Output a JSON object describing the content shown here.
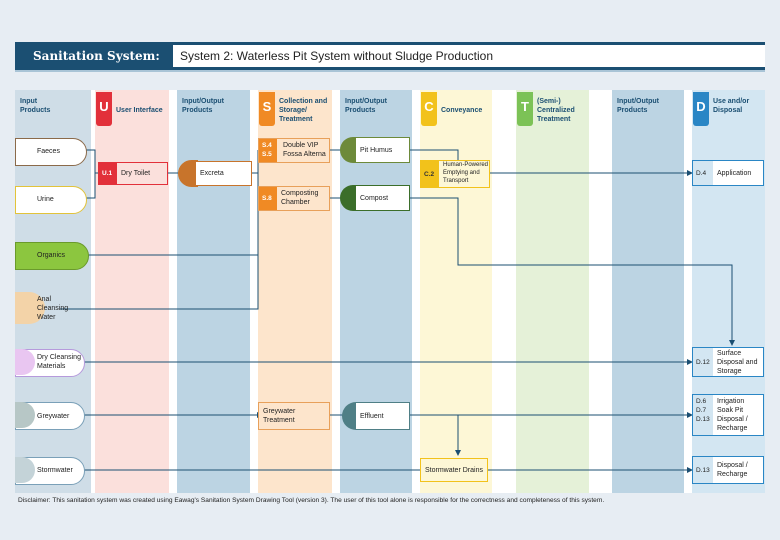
{
  "header": {
    "system": "Sanitation System:",
    "title": "System 2: Waterless Pit System without Sludge Production"
  },
  "columns": {
    "input_products": "Input Products",
    "u": {
      "letter": "U",
      "label": "User Interface"
    },
    "io1": "Input/Output Products",
    "s": {
      "letter": "S",
      "label": "Collection and Storage/ Treatment"
    },
    "io2": "Input/Output Products",
    "c": {
      "letter": "C",
      "label": "Conveyance"
    },
    "t": {
      "letter": "T",
      "label": "(Semi-) Centralized Treatment"
    },
    "io3": "Input/Output Products",
    "d": {
      "letter": "D",
      "label": "Use and/or Disposal"
    }
  },
  "inputs": [
    "Faeces",
    "Urine",
    "Organics",
    "Anal Cleansing Water",
    "Dry Cleansing Materials",
    "Greywater",
    "Stormwater"
  ],
  "u_tech": {
    "code": "U.1",
    "label": "Dry Toilet"
  },
  "excreta": "Excreta",
  "s_tech1": {
    "code": "S.4 S.5",
    "label": "Double VIP Fossa Alterna"
  },
  "s_tech2": {
    "code": "S.8",
    "label": "Composting Chamber"
  },
  "s_grey": {
    "label": "Greywater Treatment"
  },
  "pit_humus": "Pit Humus",
  "compost": "Compost",
  "effluent": "Effluent",
  "c_tech": {
    "code": "C.2",
    "label": "Human-Powered Emptying and Transport"
  },
  "stormwater_drains": "Stormwater Drains",
  "d_tech": [
    {
      "code": "D.4",
      "label": "Application"
    },
    {
      "code": "D.12",
      "label": "Surface Disposal and Storage"
    },
    {
      "code": "D.6 D.7 D.13",
      "label": "Irrigation Soak Pit Disposal / Recharge"
    },
    {
      "code": "D.13",
      "label": "Disposal / Recharge"
    }
  ],
  "disclaimer": "Disclaimer: This sanitation system was created using Eawag's Sanitation System Drawing Tool (version 3). The user of this tool alone is responsible for the correctness and completeness of this system.",
  "colors": {
    "u": "#e2303a",
    "s": "#f08a24",
    "c": "#f2c21b",
    "t": "#7cc256",
    "d": "#2a86c5",
    "navy": "#1b4f72"
  }
}
